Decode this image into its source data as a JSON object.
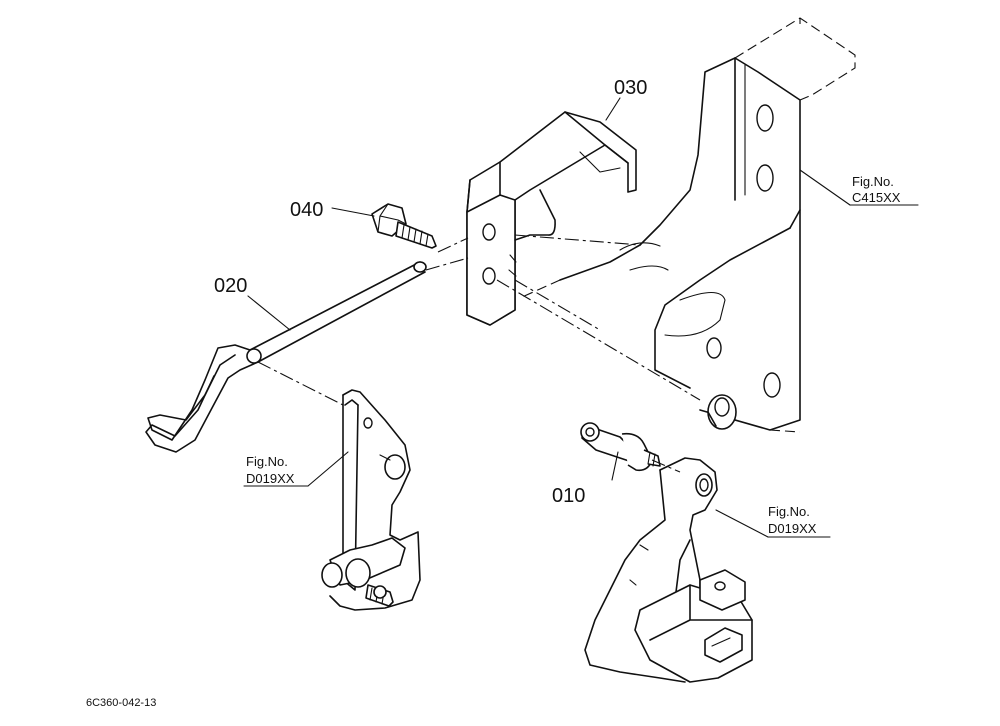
{
  "parts": [
    {
      "id": "p010",
      "number": "010"
    },
    {
      "id": "p020",
      "number": "020"
    },
    {
      "id": "p030",
      "number": "030"
    },
    {
      "id": "p040",
      "number": "040"
    }
  ],
  "references": [
    {
      "id": "ref-c415",
      "line1": "Fig.No.",
      "line2": "C415XX"
    },
    {
      "id": "ref-d019-left",
      "line1": "Fig.No.",
      "line2": "D019XX"
    },
    {
      "id": "ref-d019-right",
      "line1": "Fig.No.",
      "line2": "D019XX"
    }
  ],
  "drawing_code": "6C360-042-13"
}
